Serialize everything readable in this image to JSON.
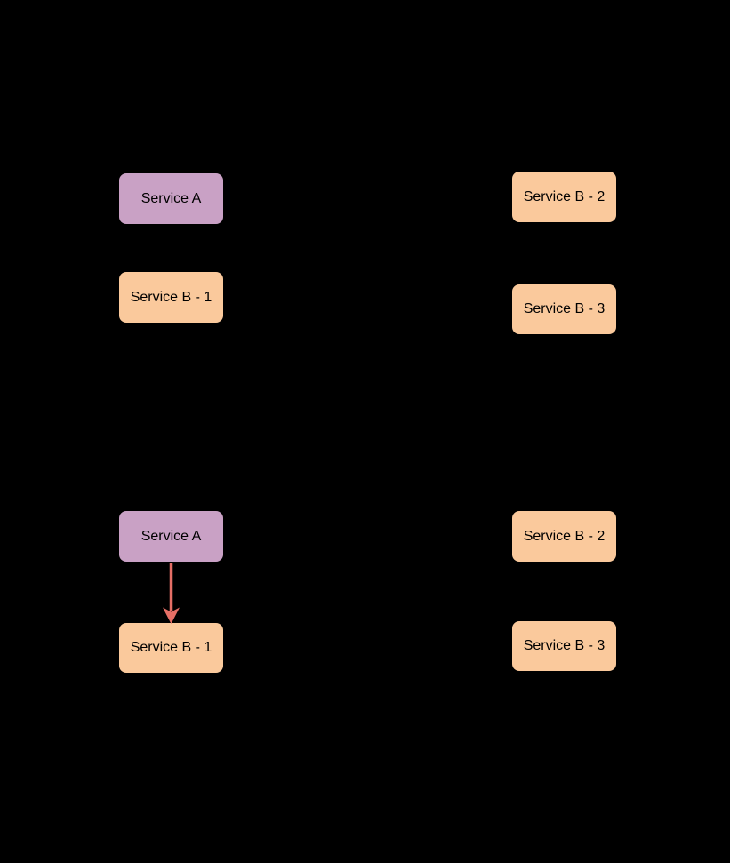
{
  "canvas": {
    "background": "#000000"
  },
  "colors": {
    "service_a_fill": "#c9a1c5",
    "service_b_fill": "#fac99c",
    "arrow": "#e66f66",
    "node_text": "#000000"
  },
  "diagram": {
    "sections": [
      {
        "name": "top",
        "nodes": [
          {
            "label": "Service A",
            "kind": "service-a"
          },
          {
            "label": "Service B - 1",
            "kind": "service-b"
          },
          {
            "label": "Service B - 2",
            "kind": "service-b"
          },
          {
            "label": "Service B - 3",
            "kind": "service-b"
          }
        ],
        "edges": []
      },
      {
        "name": "bottom",
        "nodes": [
          {
            "label": "Service A",
            "kind": "service-a"
          },
          {
            "label": "Service B - 1",
            "kind": "service-b"
          },
          {
            "label": "Service B - 2",
            "kind": "service-b"
          },
          {
            "label": "Service B - 3",
            "kind": "service-b"
          }
        ],
        "edges": [
          {
            "from": "Service A",
            "to": "Service B - 1",
            "color": "#e66f66",
            "direction": "down"
          }
        ]
      }
    ]
  }
}
